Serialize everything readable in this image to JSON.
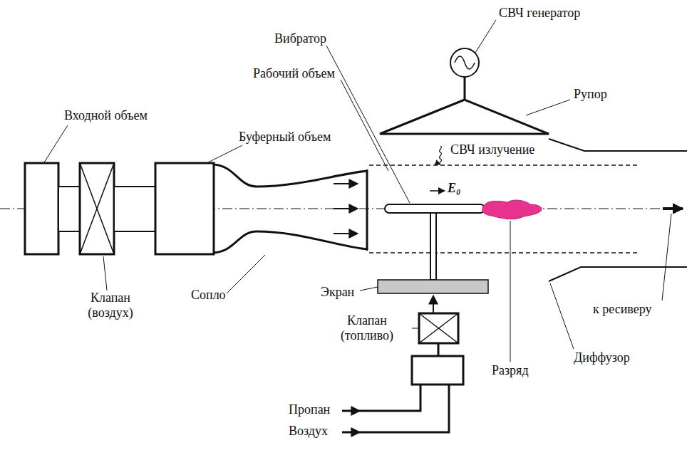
{
  "diagram": {
    "labels": [
      "СВЧ генератор",
      "Вибратор",
      "Рабочий объем",
      "Рупор",
      "Входной объем",
      "Буферный объем",
      "СВЧ излучение",
      "E₀",
      "Клапан (воздух)",
      "Сопло",
      "Экран",
      "Клапан (топливо)",
      "к ресиверу",
      "Разряд",
      "Диффузор",
      "Пропан",
      "Воздух"
    ]
  }
}
